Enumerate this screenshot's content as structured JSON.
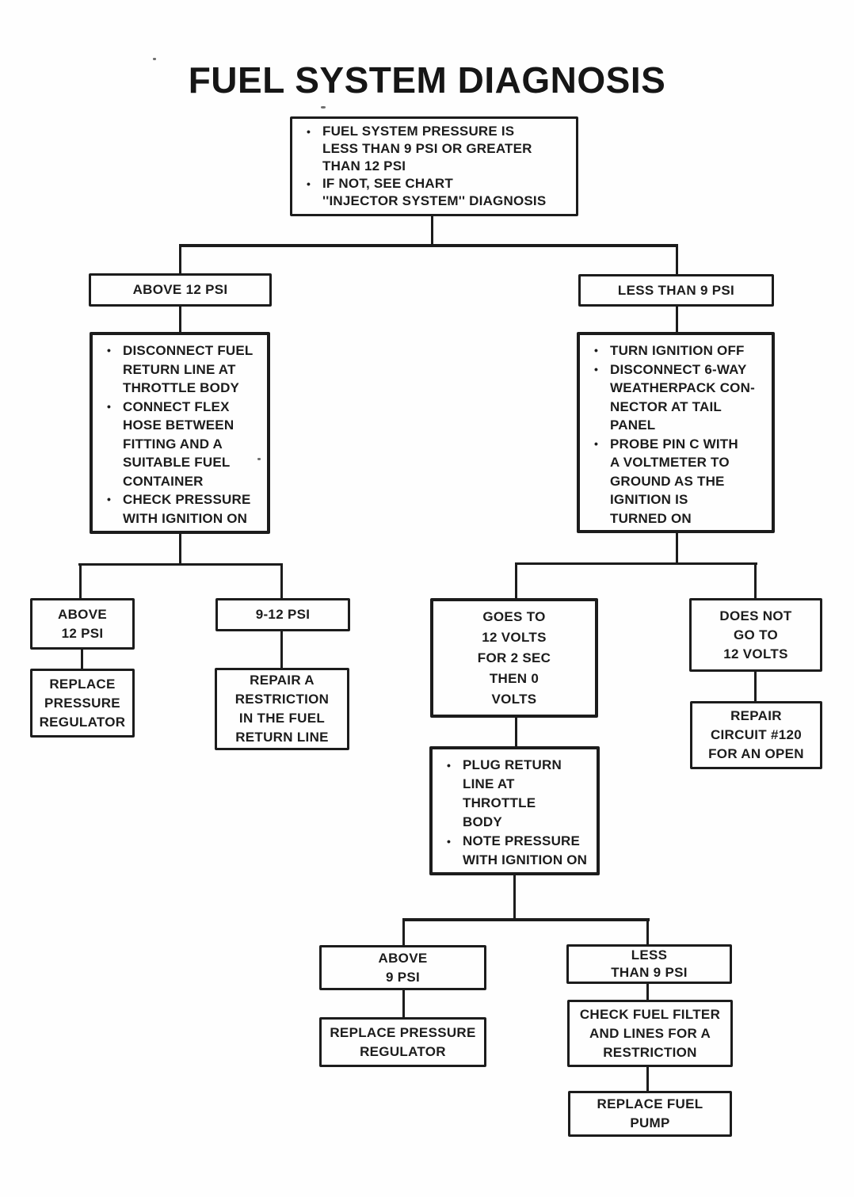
{
  "title": "FUEL SYSTEM DIAGNOSIS",
  "glyphs": {
    "bullet": "•"
  },
  "colors": {
    "ink": "#1c1c1c",
    "paper": "#fefefe"
  },
  "nodes": {
    "start": {
      "bullets": [
        "FUEL SYSTEM PRESSURE IS\nLESS THAN 9 PSI OR GREATER\nTHAN 12 PSI",
        "IF NOT, SEE CHART\n''INJECTOR SYSTEM'' DIAGNOSIS"
      ]
    },
    "above_12_psi": {
      "label": "ABOVE 12 PSI"
    },
    "less_than_9_psi": {
      "label": "LESS THAN 9 PSI"
    },
    "above_12_steps": {
      "bullets": [
        "DISCONNECT FUEL\nRETURN LINE AT\nTHROTTLE BODY",
        "CONNECT FLEX\nHOSE BETWEEN\nFITTING AND A\nSUITABLE FUEL\nCONTAINER",
        "CHECK PRESSURE\nWITH IGNITION ON"
      ]
    },
    "less_9_steps": {
      "bullets": [
        "TURN IGNITION OFF",
        "DISCONNECT 6-WAY\nWEATHERPACK CON-\nNECTOR AT TAIL\nPANEL",
        "PROBE PIN C WITH\nA VOLTMETER TO\nGROUND AS THE\nIGNITION IS\nTURNED ON"
      ]
    },
    "above_12_psi_result": {
      "label": "ABOVE\n12 PSI"
    },
    "psi_9_to_12": {
      "label": "9-12 PSI"
    },
    "replace_regulator_left": {
      "label": "REPLACE\nPRESSURE\nREGULATOR"
    },
    "repair_restriction": {
      "label": "REPAIR A\nRESTRICTION\nIN THE FUEL\nRETURN LINE"
    },
    "goes_to_12_volts": {
      "label": "GOES TO\n12 VOLTS\nFOR 2 SEC\nTHEN 0\nVOLTS"
    },
    "does_not_go_12_volts": {
      "label": "DOES NOT\nGO TO\n12 VOLTS"
    },
    "repair_circuit_120": {
      "label": "REPAIR\nCIRCUIT #120\nFOR AN OPEN"
    },
    "plug_return_steps": {
      "bullets": [
        "PLUG RETURN\nLINE AT\nTHROTTLE\nBODY",
        "NOTE PRESSURE\nWITH IGNITION ON"
      ]
    },
    "above_9_psi": {
      "label": "ABOVE\n9 PSI"
    },
    "less_than_9_psi_2": {
      "label": "LESS\nTHAN 9 PSI"
    },
    "replace_regulator_bottom": {
      "label": "REPLACE PRESSURE\nREGULATOR"
    },
    "check_fuel_filter": {
      "label": "CHECK FUEL FILTER\nAND LINES FOR A\nRESTRICTION"
    },
    "replace_fuel_pump": {
      "label": "REPLACE FUEL\nPUMP"
    }
  }
}
